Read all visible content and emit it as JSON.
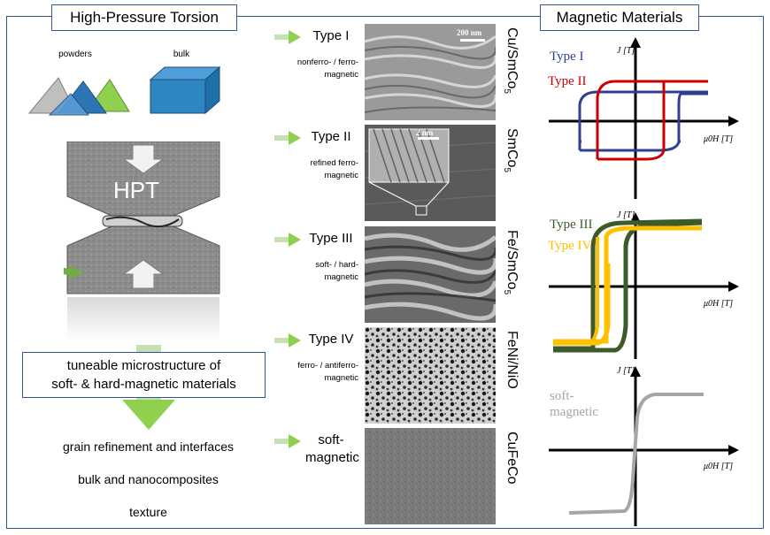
{
  "left": {
    "header": "High-Pressure Torsion",
    "powders_label": "powders",
    "bulk_label": "bulk",
    "hpt_label": "HPT",
    "box_line1": "tuneable microstructure of",
    "box_line2": "soft- & hard-magnetic materials",
    "points": [
      "grain refinement and interfaces",
      "bulk and nanocomposites",
      "texture"
    ]
  },
  "right": {
    "header": "Magnetic Materials"
  },
  "types": [
    {
      "title": "Type I",
      "sub": "nonferro- / ferro-\nmagnetic",
      "material": "Cu/SmCo",
      "sub5": "5",
      "scalebar": "200 nm"
    },
    {
      "title": "Type II",
      "sub": "refined ferro-\nmagnetic",
      "material": "SmCo",
      "sub5": "5",
      "scalebar": "2 nm"
    },
    {
      "title": "Type III",
      "sub": "soft- / hard-\nmagnetic",
      "material": "Fe/SmCo",
      "sub5": "5"
    },
    {
      "title": "Type IV",
      "sub": "ferro- / antiferro-\nmagnetic",
      "material": "FeNi/NiO",
      "sub5": ""
    },
    {
      "title": "soft-\nmagnetic",
      "sub": "",
      "material": "CuFeCo",
      "sub5": ""
    }
  ],
  "plots": {
    "y_label": "J [T]",
    "x_label": "μ0H [T]",
    "p1": {
      "series": [
        "Type I",
        "Type II"
      ],
      "colors": [
        "#2e3f8f",
        "#cc0000"
      ]
    },
    "p2": {
      "series": [
        "Type III",
        "Type IV"
      ],
      "colors": [
        "#3c5a2a",
        "#ffc000"
      ]
    },
    "p3": {
      "series": [
        "soft-\nmagnetic"
      ],
      "colors": [
        "#a6a6a6"
      ]
    }
  }
}
